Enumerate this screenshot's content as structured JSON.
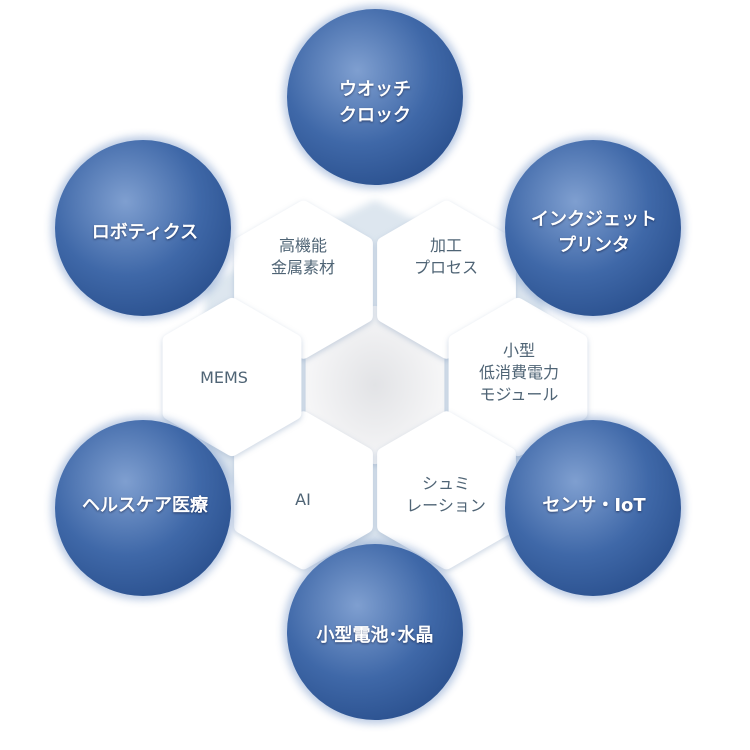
{
  "hexagons": [
    {
      "id": "metal",
      "label": "高機能\n金属素材"
    },
    {
      "id": "process",
      "label": "加工\nプロセス"
    },
    {
      "id": "module",
      "label": "小型\n低消費電力\nモジュール"
    },
    {
      "id": "simulation",
      "label": "シュミ\nレーション"
    },
    {
      "id": "ai",
      "label": "AI"
    },
    {
      "id": "mems",
      "label": "MEMS"
    }
  ],
  "circles": [
    {
      "id": "watch",
      "label": "ウオッチ\nクロック"
    },
    {
      "id": "inkjet",
      "label": "インクジェット\nプリンタ"
    },
    {
      "id": "sensor",
      "label": "センサ・IoT"
    },
    {
      "id": "battery",
      "label": "小型電池･水晶"
    },
    {
      "id": "healthcare",
      "label": "ヘルスケア医療"
    },
    {
      "id": "robotics",
      "label": "ロボティクス"
    }
  ],
  "colors": {
    "circle": "#3d67a8",
    "hex_text": "#4f6475",
    "hex_bg": "#ffffff"
  }
}
